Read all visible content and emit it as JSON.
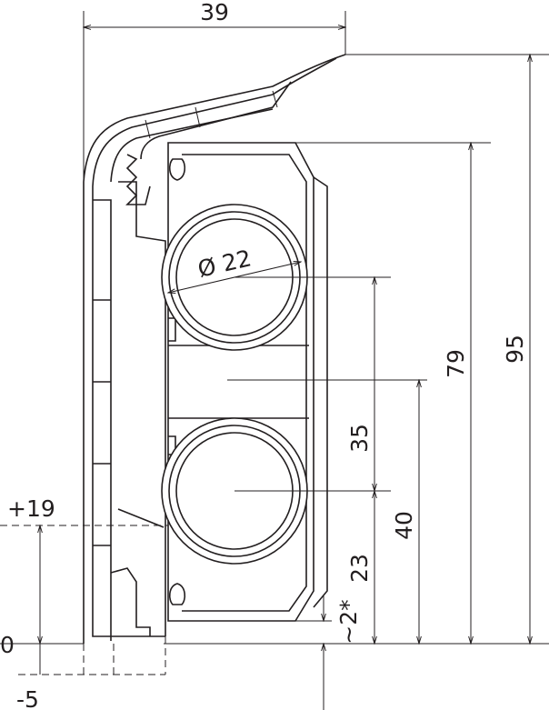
{
  "drawing": {
    "dimensions": {
      "width_top": "39",
      "diameter": "Ø 22",
      "height_total": "95",
      "height_inner": "79",
      "center_lower_to_mid": "40",
      "center_spacing": "35",
      "center_lower": "23",
      "gap": "~2*",
      "plus_19": "+19",
      "zero": "0",
      "minus_5": "-5"
    },
    "line_color": "#231f20"
  }
}
